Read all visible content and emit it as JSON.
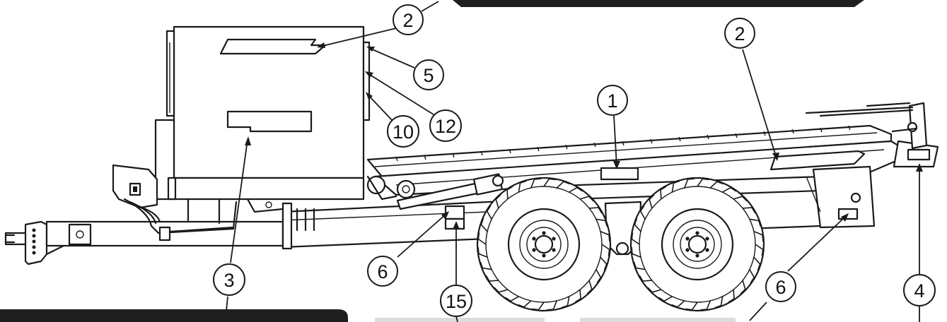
{
  "callouts": [
    {
      "id": "c2a",
      "label": "2"
    },
    {
      "id": "c2b",
      "label": "2"
    },
    {
      "id": "c5",
      "label": "5"
    },
    {
      "id": "c12",
      "label": "12"
    },
    {
      "id": "c10",
      "label": "10"
    },
    {
      "id": "c1",
      "label": "1"
    },
    {
      "id": "c3",
      "label": "3"
    },
    {
      "id": "c6a",
      "label": "6"
    },
    {
      "id": "c15",
      "label": "15"
    },
    {
      "id": "c6b",
      "label": "6"
    },
    {
      "id": "c4",
      "label": "4"
    }
  ],
  "colors": {
    "line": "#1a1a1a",
    "banner": "#1f1f1f",
    "background": "#ffffff"
  }
}
